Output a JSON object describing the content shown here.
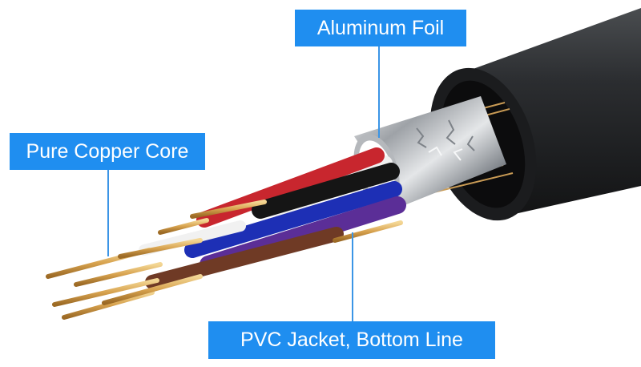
{
  "labels": {
    "aluminum_foil": "Aluminum Foil",
    "pure_copper_core": "Pure Copper Core",
    "pvc_jacket": "PVC Jacket, Bottom Line"
  },
  "colors": {
    "callout_bg": "#1f8ef0",
    "leader_line": "#3b95e6",
    "jacket": "#222426",
    "foil": "#c7c9cc",
    "copper": "#d8a957",
    "wire_red": "#c8262e",
    "wire_black": "#151515",
    "wire_blue": "#1d2fb5",
    "wire_purple": "#5b2e97",
    "wire_brown": "#6f3a25",
    "wire_white": "#f1f1f1"
  }
}
